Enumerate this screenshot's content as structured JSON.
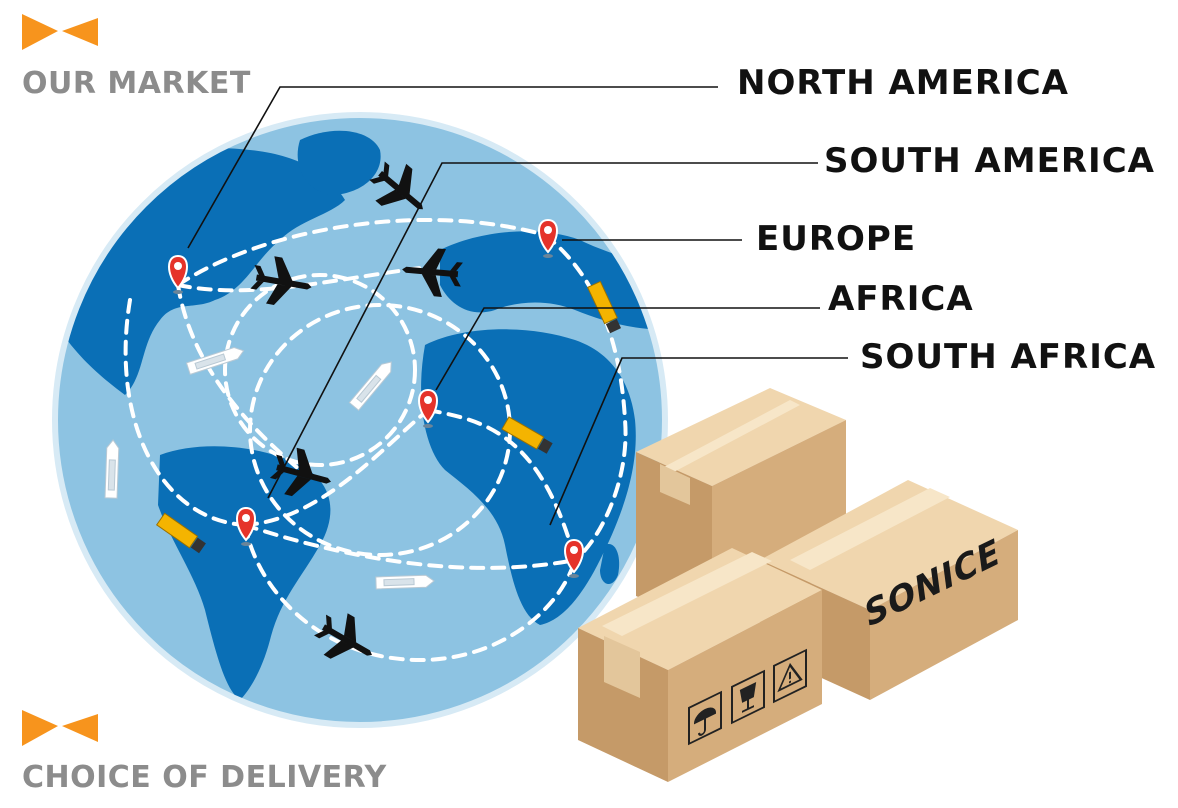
{
  "header": {
    "section_title": "OUR MARKET"
  },
  "footer": {
    "section_title": "CHOICE OF DELIVERY"
  },
  "regions": [
    {
      "label": "NORTH AMERICA"
    },
    {
      "label": "SOUTH AMERICA"
    },
    {
      "label": "EUROPE"
    },
    {
      "label": "AFRICA"
    },
    {
      "label": "SOUTH AFRICA"
    }
  ],
  "box": {
    "brand": "SONICE"
  },
  "icons": {
    "marker": "bowtie-arrow-icon",
    "pin": "location-pin-icon",
    "plane": "airplane-icon",
    "ship": "ship-icon",
    "truck": "truck-icon",
    "umbrella": "umbrella-icon",
    "glass": "fragile-glass-icon",
    "warning": "warning-icon"
  },
  "colors": {
    "accent": "#f7941d",
    "globe_ocean": "#8dc3e2",
    "globe_land": "#0a6fb6",
    "route": "#ffffff",
    "pin": "#e5332a",
    "truck": "#f4b400",
    "box_top": "#f0d6ae",
    "box_side": "#d5ad7c",
    "box_front": "#c59a68",
    "label_text": "#111111",
    "section_text": "#8c8c8c"
  }
}
